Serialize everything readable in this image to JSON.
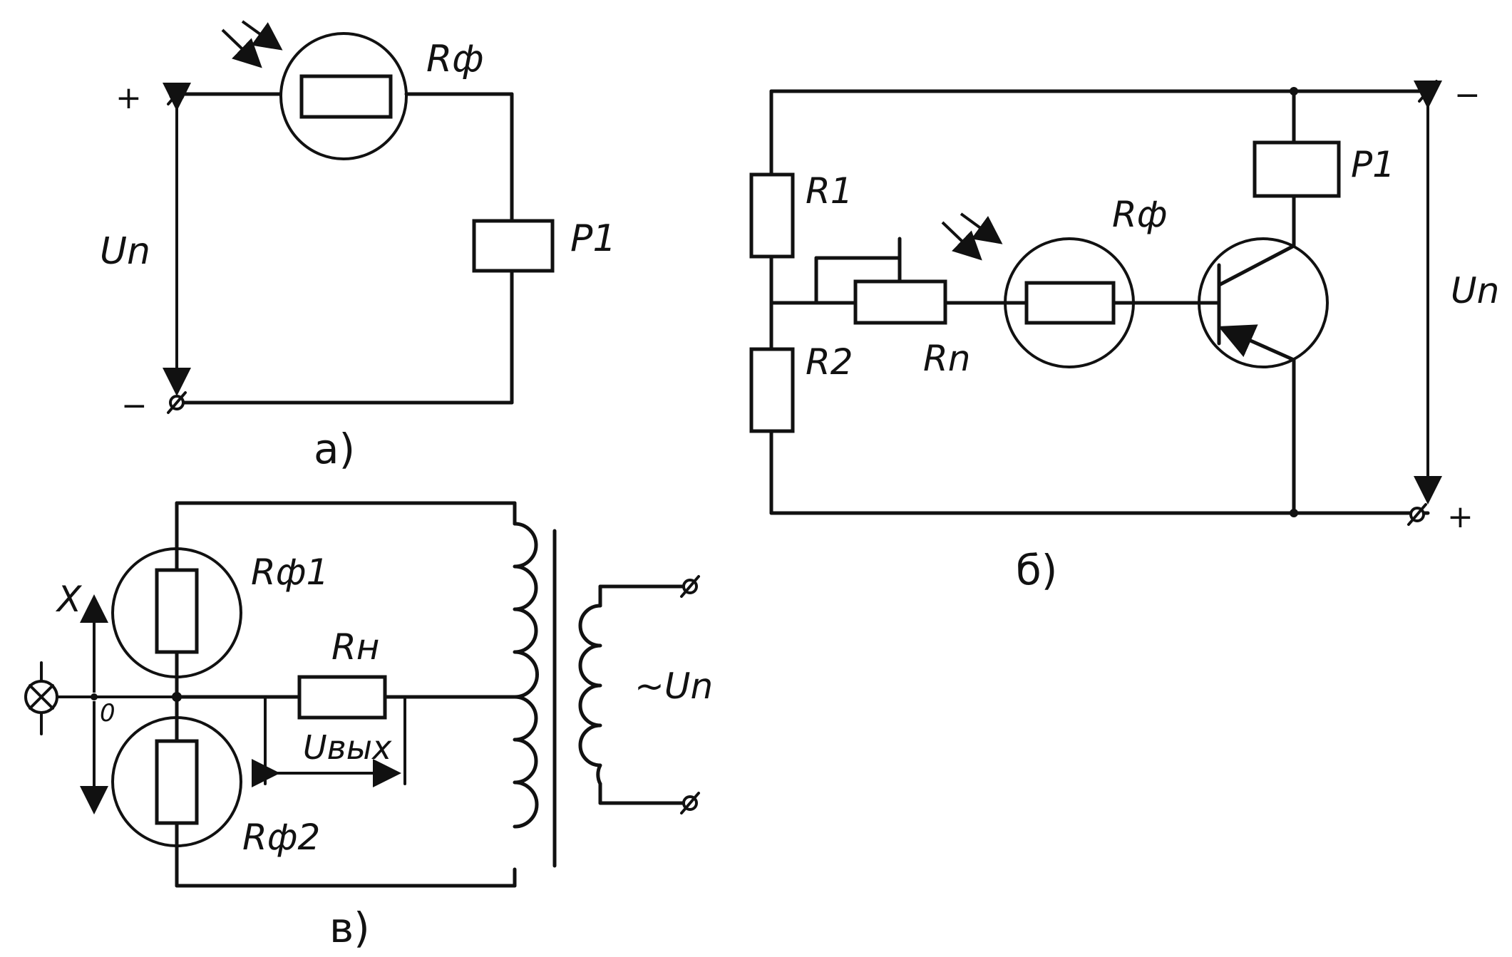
{
  "diagram_a": {
    "caption": "а)",
    "plus": "+",
    "minus": "−",
    "rf": "Rф",
    "p1": "P1",
    "un": "Un"
  },
  "diagram_b": {
    "caption": "б)",
    "minus": "−",
    "plus": "+",
    "r1": "R1",
    "r2": "R2",
    "rn": "Rn",
    "rf": "Rф",
    "p1": "P1",
    "un": "Un"
  },
  "diagram_v": {
    "caption": "в)",
    "rf1": "Rф1",
    "rf2": "Rф2",
    "rh": "Rн",
    "uout": "Uвых",
    "uac": "~Un",
    "x": "X",
    "zero": "0"
  }
}
